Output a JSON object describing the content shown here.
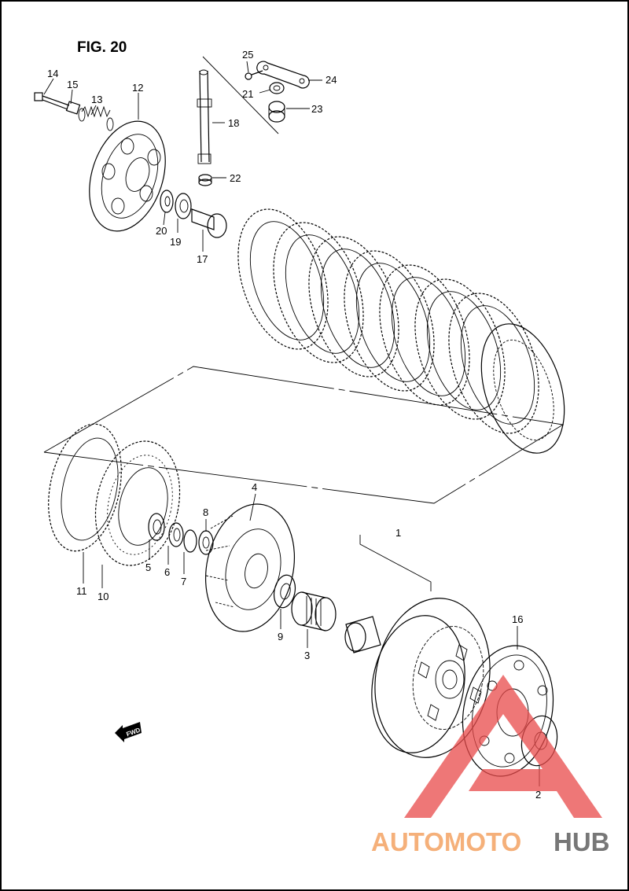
{
  "figure": {
    "title": "FIG. 20",
    "fwd_label": "FWD"
  },
  "callouts": [
    {
      "id": "14",
      "text": "14"
    },
    {
      "id": "15",
      "text": "15"
    },
    {
      "id": "13",
      "text": "13"
    },
    {
      "id": "12",
      "text": "12"
    },
    {
      "id": "25",
      "text": "25"
    },
    {
      "id": "24",
      "text": "24"
    },
    {
      "id": "21",
      "text": "21"
    },
    {
      "id": "23",
      "text": "23"
    },
    {
      "id": "18",
      "text": "18"
    },
    {
      "id": "22",
      "text": "22"
    },
    {
      "id": "20",
      "text": "20"
    },
    {
      "id": "19",
      "text": "19"
    },
    {
      "id": "17",
      "text": "17"
    },
    {
      "id": "4",
      "text": "4"
    },
    {
      "id": "8",
      "text": "8"
    },
    {
      "id": "5",
      "text": "5"
    },
    {
      "id": "6",
      "text": "6"
    },
    {
      "id": "7",
      "text": "7"
    },
    {
      "id": "11",
      "text": "11"
    },
    {
      "id": "10",
      "text": "10"
    },
    {
      "id": "9",
      "text": "9"
    },
    {
      "id": "3",
      "text": "3"
    },
    {
      "id": "1",
      "text": "1"
    },
    {
      "id": "16",
      "text": "16"
    },
    {
      "id": "2",
      "text": "2"
    }
  ],
  "watermark": {
    "part1": "AUTOMOTO",
    "part2": "HUB",
    "color1": "#f5b07a",
    "color2": "#777777",
    "logo_color": "#e84a4a"
  }
}
